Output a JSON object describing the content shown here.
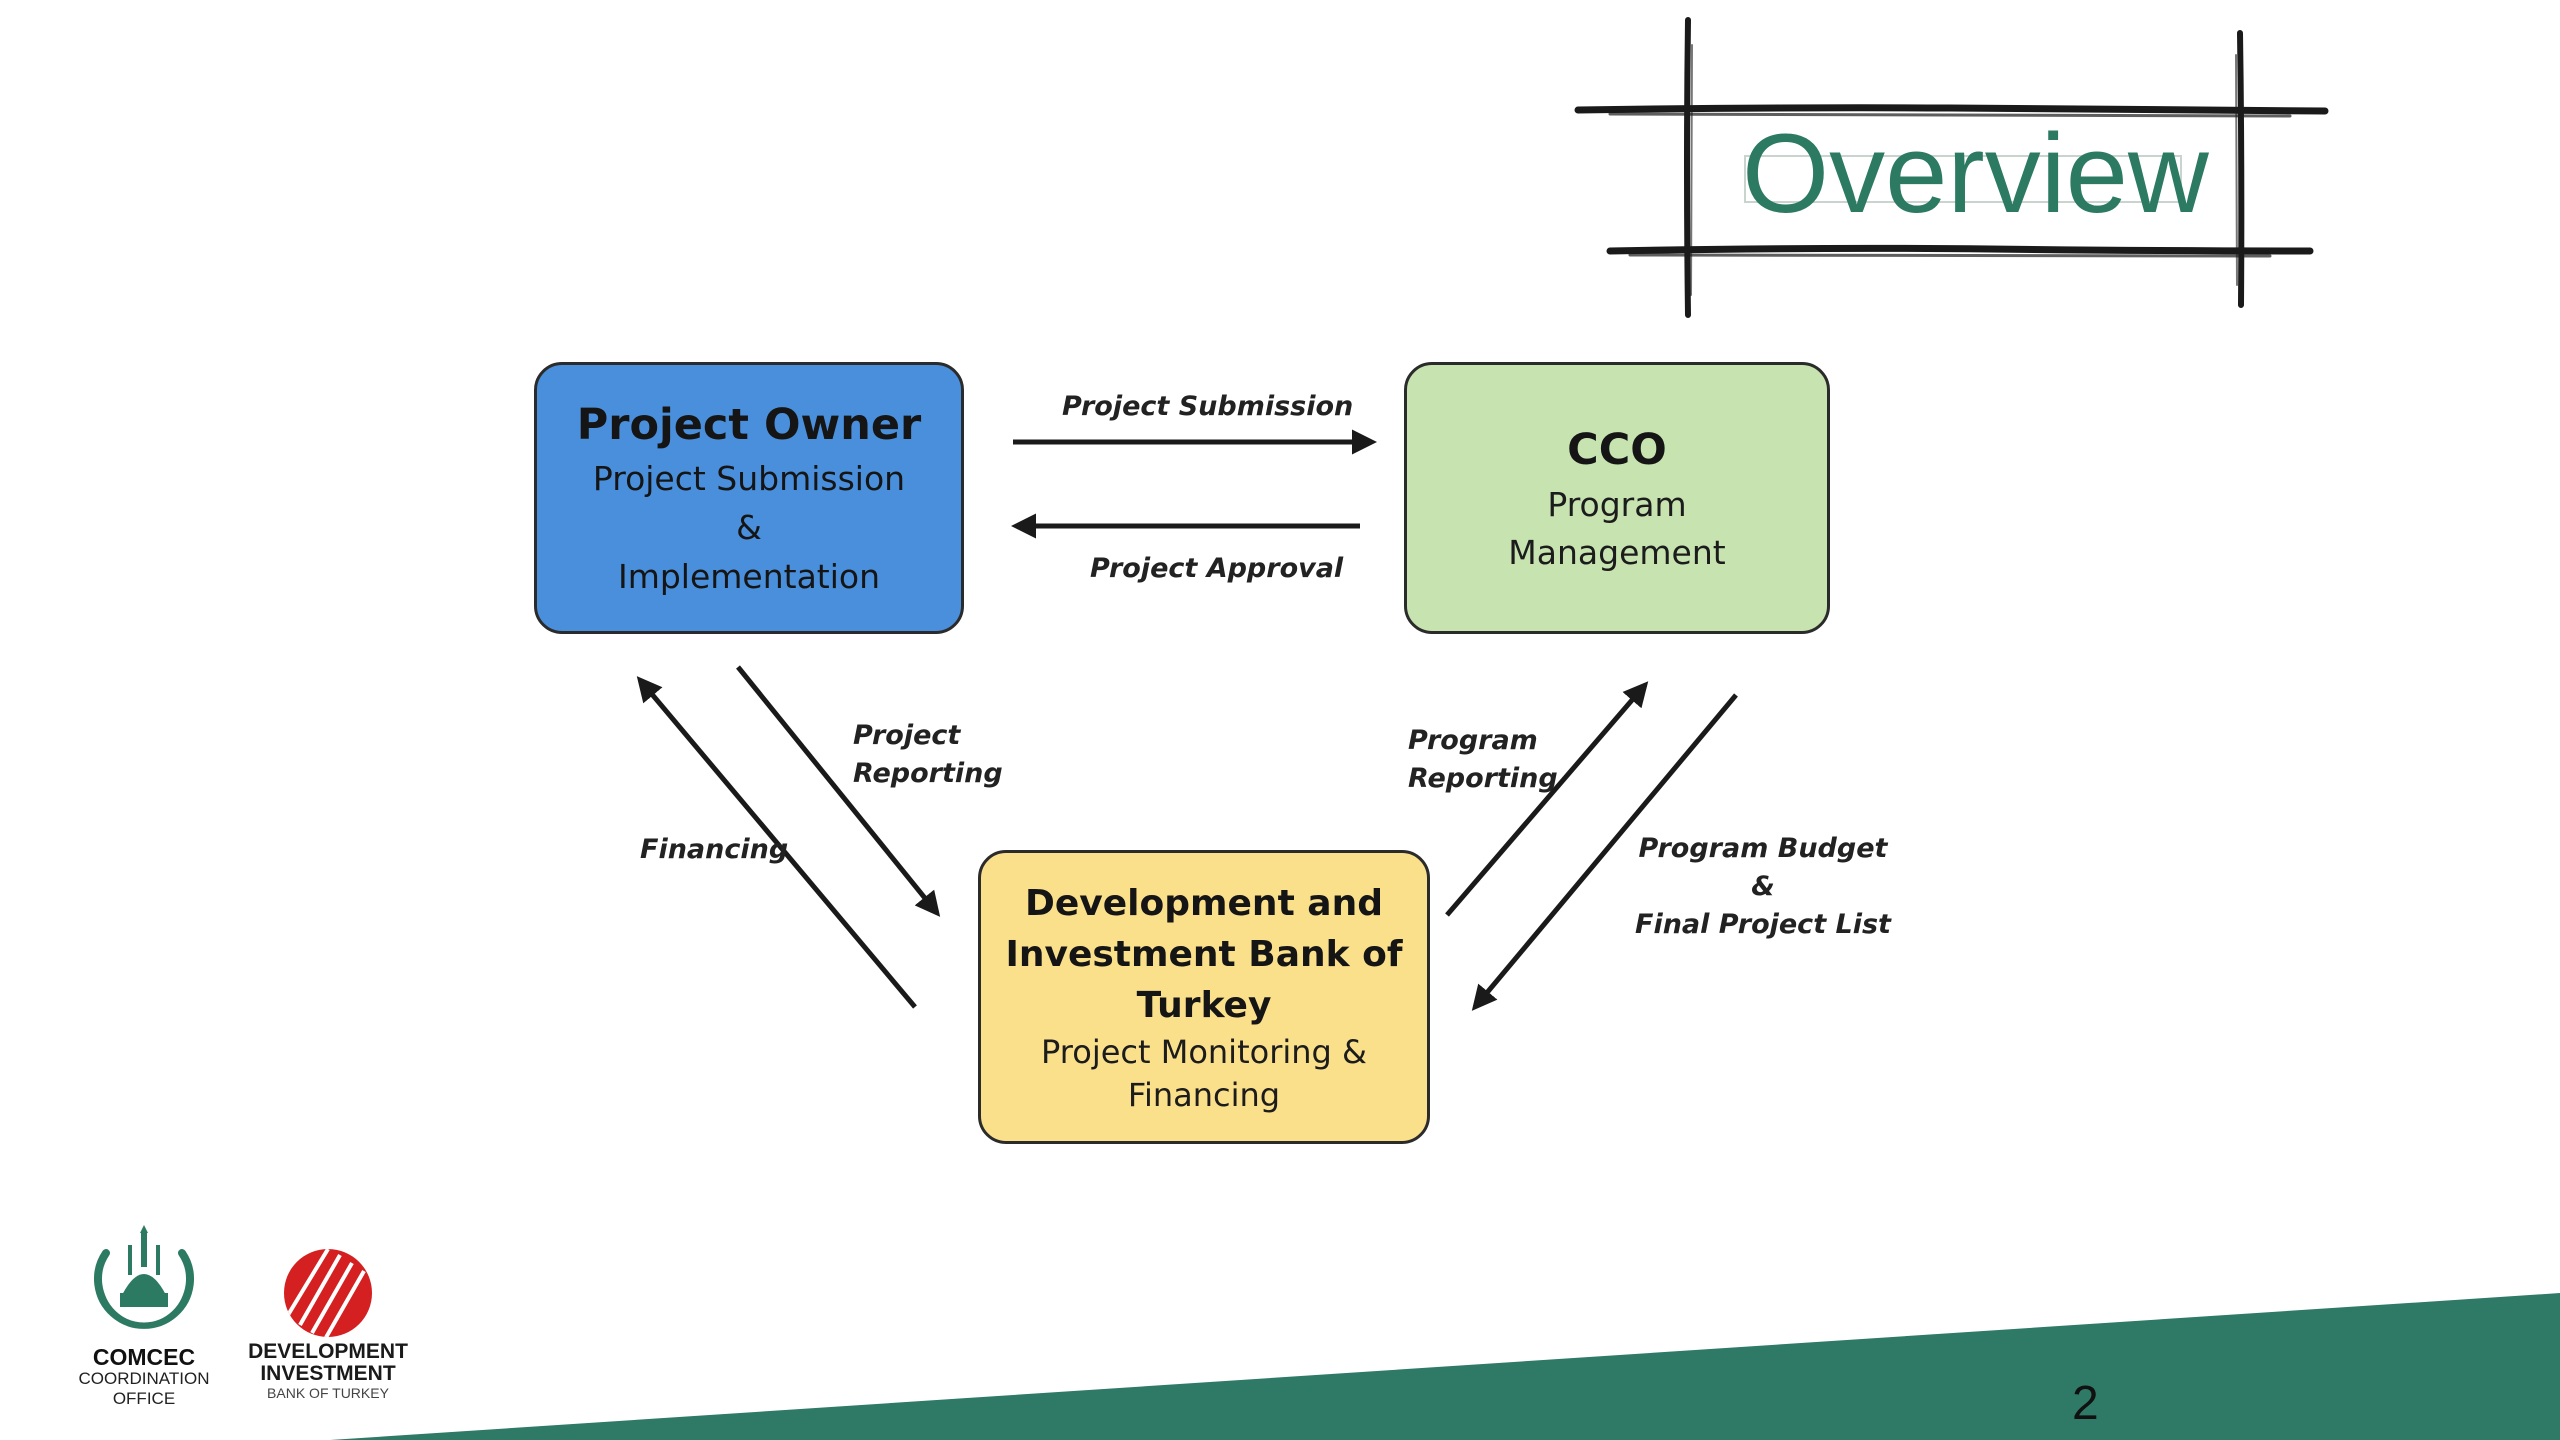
{
  "slide": {
    "title": "Overview",
    "page_number": "2"
  },
  "nodes": {
    "owner": {
      "title": "Project Owner",
      "sub": [
        "Project Submission",
        "&",
        "Implementation"
      ]
    },
    "cco": {
      "title": "CCO",
      "sub": [
        "Program",
        "Management"
      ]
    },
    "bank": {
      "title": [
        "Development and",
        "Investment Bank of",
        "Turkey"
      ],
      "sub": [
        "Project Monitoring &",
        "Financing"
      ]
    }
  },
  "edges": {
    "project_submission": "Project Submission",
    "project_approval": "Project Approval",
    "project_reporting": [
      "Project",
      "Reporting"
    ],
    "financing": "Financing",
    "program_reporting": [
      "Program",
      "Reporting"
    ],
    "program_budget": [
      "Program Budget",
      "&",
      "Final Project List"
    ]
  },
  "logos": {
    "comcec": {
      "name": "COMCEC",
      "line2": "COORDINATION",
      "line3": "OFFICE"
    },
    "dib": {
      "line1": "DEVELOPMENT",
      "line2": "INVESTMENT",
      "line3": "BANK OF TURKEY"
    }
  },
  "colors": {
    "title_green": "#2d7a62",
    "footer_green": "#2f7a66",
    "owner_blue": "#4a8fdb",
    "cco_green": "#c6e3b0",
    "bank_yellow": "#fbe08c",
    "dib_red": "#d42020"
  }
}
